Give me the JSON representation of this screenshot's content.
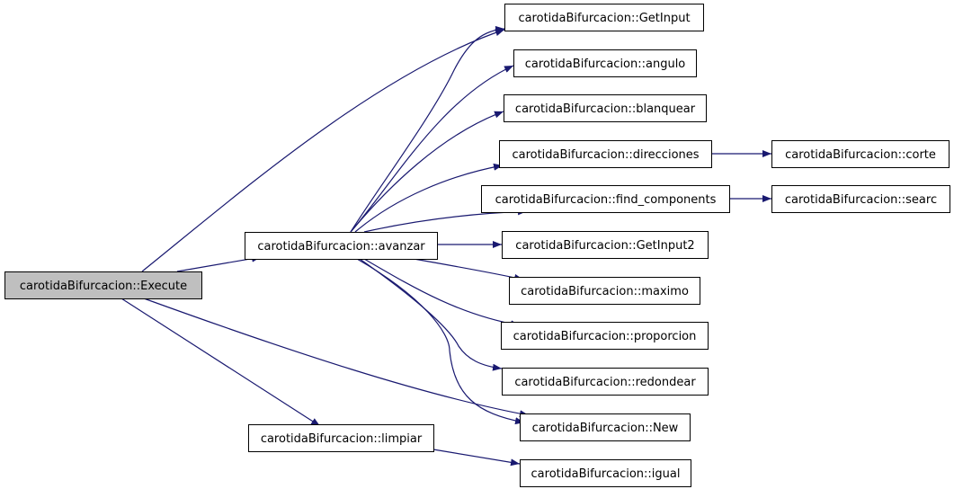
{
  "colors": {
    "edge": "#191970",
    "root_fill": "#bfbfbf",
    "node_fill": "#ffffff",
    "border": "#000000"
  },
  "nodes": [
    {
      "id": "execute",
      "label": "carotidaBifurcacion::Execute",
      "root": true
    },
    {
      "id": "avanzar",
      "label": "carotidaBifurcacion::avanzar"
    },
    {
      "id": "limpiar",
      "label": "carotidaBifurcacion::limpiar"
    },
    {
      "id": "getinput",
      "label": "carotidaBifurcacion::GetInput"
    },
    {
      "id": "angulo",
      "label": "carotidaBifurcacion::angulo"
    },
    {
      "id": "blanquear",
      "label": "carotidaBifurcacion::blanquear"
    },
    {
      "id": "direcciones",
      "label": "carotidaBifurcacion::direcciones"
    },
    {
      "id": "find_components",
      "label": "carotidaBifurcacion::find_components"
    },
    {
      "id": "getinput2",
      "label": "carotidaBifurcacion::GetInput2"
    },
    {
      "id": "maximo",
      "label": "carotidaBifurcacion::maximo"
    },
    {
      "id": "proporcion",
      "label": "carotidaBifurcacion::proporcion"
    },
    {
      "id": "redondear",
      "label": "carotidaBifurcacion::redondear"
    },
    {
      "id": "new",
      "label": "carotidaBifurcacion::New"
    },
    {
      "id": "igual",
      "label": "carotidaBifurcacion::igual"
    },
    {
      "id": "corte",
      "label": "carotidaBifurcacion::corte"
    },
    {
      "id": "searc",
      "label": "carotidaBifurcacion::searc"
    }
  ],
  "edges": [
    {
      "from": "execute",
      "to": "getinput"
    },
    {
      "from": "execute",
      "to": "avanzar"
    },
    {
      "from": "execute",
      "to": "new"
    },
    {
      "from": "execute",
      "to": "limpiar"
    },
    {
      "from": "avanzar",
      "to": "getinput"
    },
    {
      "from": "avanzar",
      "to": "angulo"
    },
    {
      "from": "avanzar",
      "to": "blanquear"
    },
    {
      "from": "avanzar",
      "to": "direcciones"
    },
    {
      "from": "avanzar",
      "to": "find_components"
    },
    {
      "from": "avanzar",
      "to": "getinput2"
    },
    {
      "from": "avanzar",
      "to": "maximo"
    },
    {
      "from": "avanzar",
      "to": "proporcion"
    },
    {
      "from": "avanzar",
      "to": "redondear"
    },
    {
      "from": "avanzar",
      "to": "new"
    },
    {
      "from": "direcciones",
      "to": "corte"
    },
    {
      "from": "find_components",
      "to": "searc"
    },
    {
      "from": "limpiar",
      "to": "igual"
    }
  ]
}
